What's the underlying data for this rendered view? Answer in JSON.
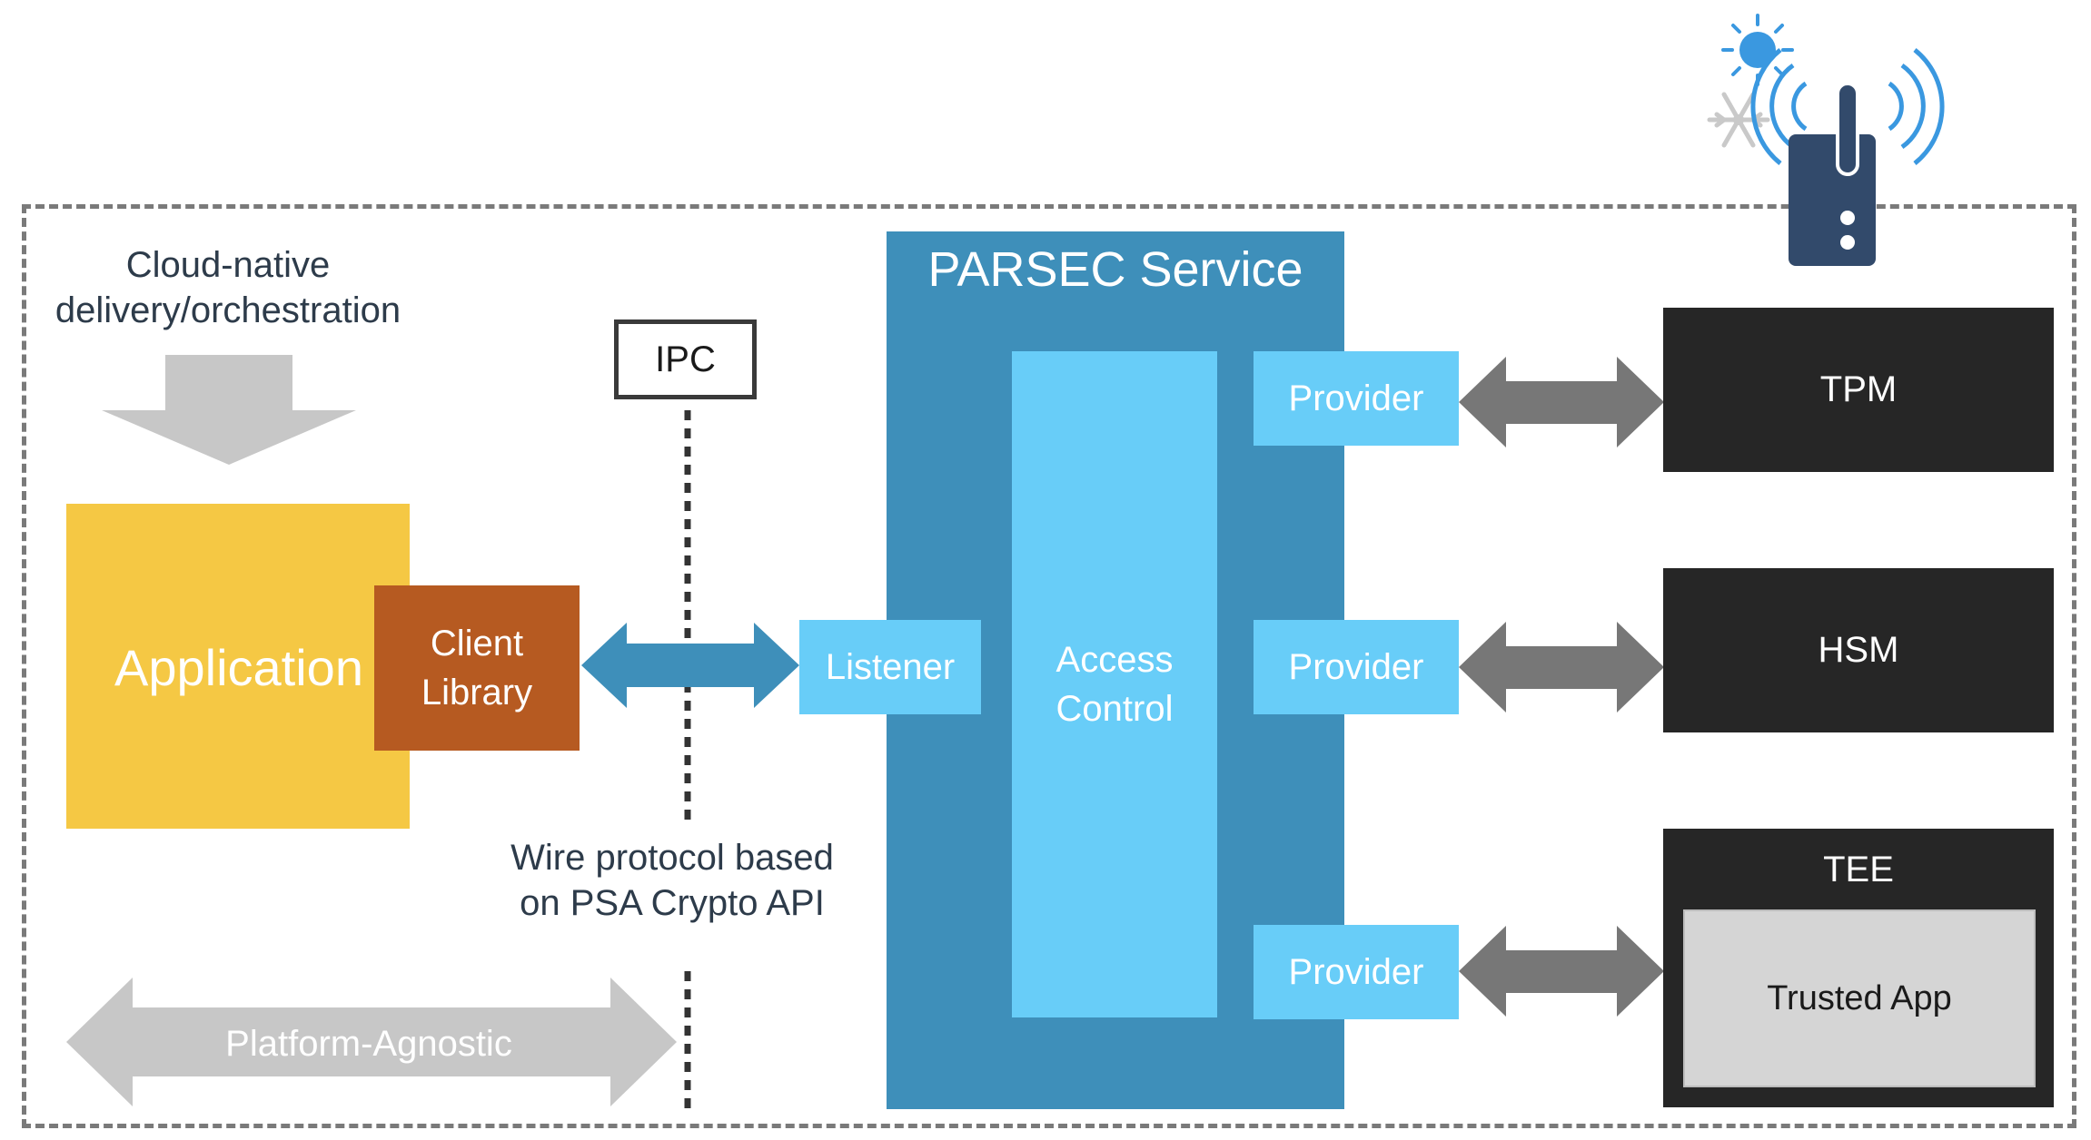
{
  "cloud_label": "Cloud-native\ndelivery/orchestration",
  "ipc_label": "IPC",
  "wire_protocol_label": "Wire protocol based\non PSA Crypto API",
  "platform_label": "Platform-Agnostic",
  "application_label": "Application",
  "client_library_label": "Client\nLibrary",
  "service_title": "PARSEC Service",
  "listener_label": "Listener",
  "access_control_label": "Access\nControl",
  "providers": [
    "Provider",
    "Provider",
    "Provider"
  ],
  "devices": {
    "tpm": "TPM",
    "hsm": "HSM",
    "tee": "TEE",
    "trusted_app": "Trusted App"
  },
  "icons": [
    "sun-icon",
    "snowflake-icon",
    "wireless-device-icon"
  ],
  "colors": {
    "service": "#3e8fba",
    "component": "#68cdf8",
    "application": "#f5c844",
    "client_library": "#b65a21",
    "device": "#262626",
    "ipc_arrow": "#3e8fba",
    "provider_arrow": "#777777",
    "gray_arrow": "#c7c7c7"
  }
}
